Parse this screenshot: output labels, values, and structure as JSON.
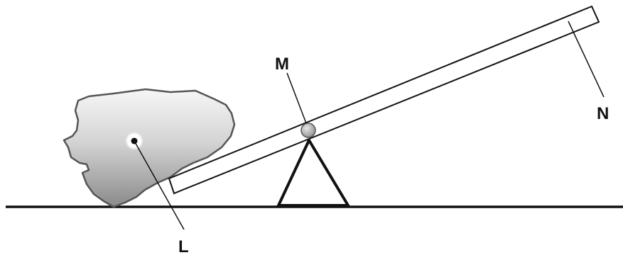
{
  "labels": {
    "rock": "L",
    "fulcrum": "M",
    "lever": "N"
  },
  "colors": {
    "stroke": "#111111",
    "rock_light": "#f4f4f4",
    "rock_dark": "#8c8c8c",
    "pivot": "#b9b9b9"
  }
}
